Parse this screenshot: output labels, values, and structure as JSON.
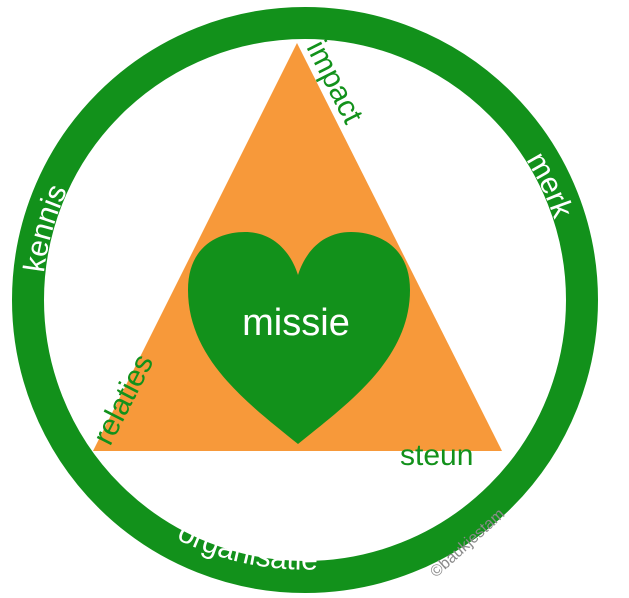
{
  "colors": {
    "green": "#12911b",
    "orange": "#f7993a",
    "white": "#ffffff",
    "copyright": "#8a8a8a"
  },
  "ring": {
    "top_left": "kennis",
    "top_right": "merk",
    "bottom": "organisatie"
  },
  "triangle": {
    "top": "impact",
    "left": "relaties",
    "right": "steun"
  },
  "heart": {
    "label": "missie"
  },
  "copyright": "©baukjestam"
}
